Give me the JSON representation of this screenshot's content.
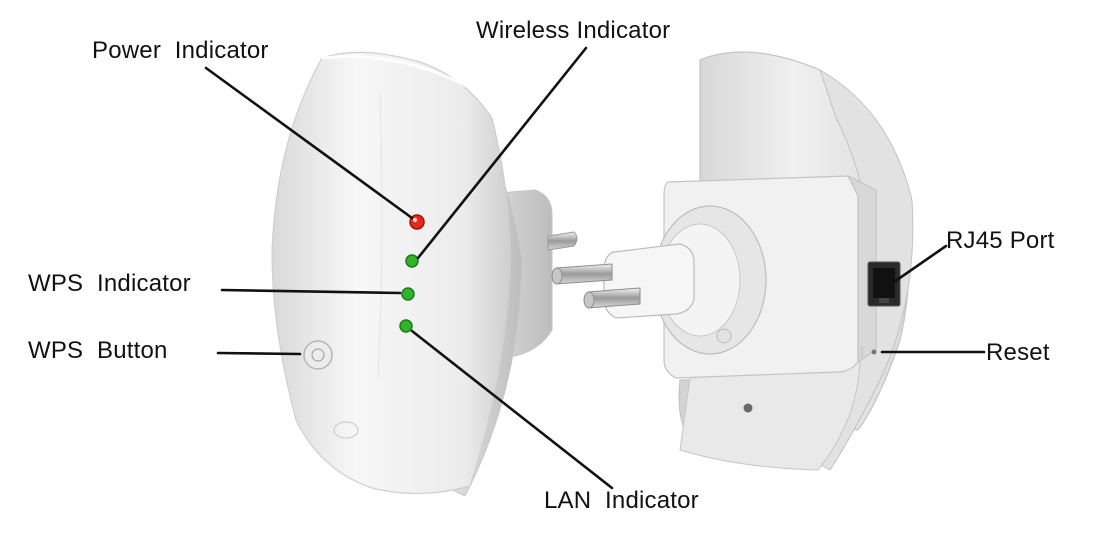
{
  "labels": {
    "power_indicator": "Power  Indicator",
    "wireless_indicator": "Wireless Indicator",
    "wps_indicator": "WPS  Indicator",
    "wps_button": "WPS  Button",
    "lan_indicator": "LAN  Indicator",
    "rj45_port": "RJ45 Port",
    "reset": "Reset"
  },
  "colors": {
    "power_led": "#e8261c",
    "status_led": "#2fb52a",
    "device_body": "#f2f2f2",
    "leader_line": "#111111"
  }
}
